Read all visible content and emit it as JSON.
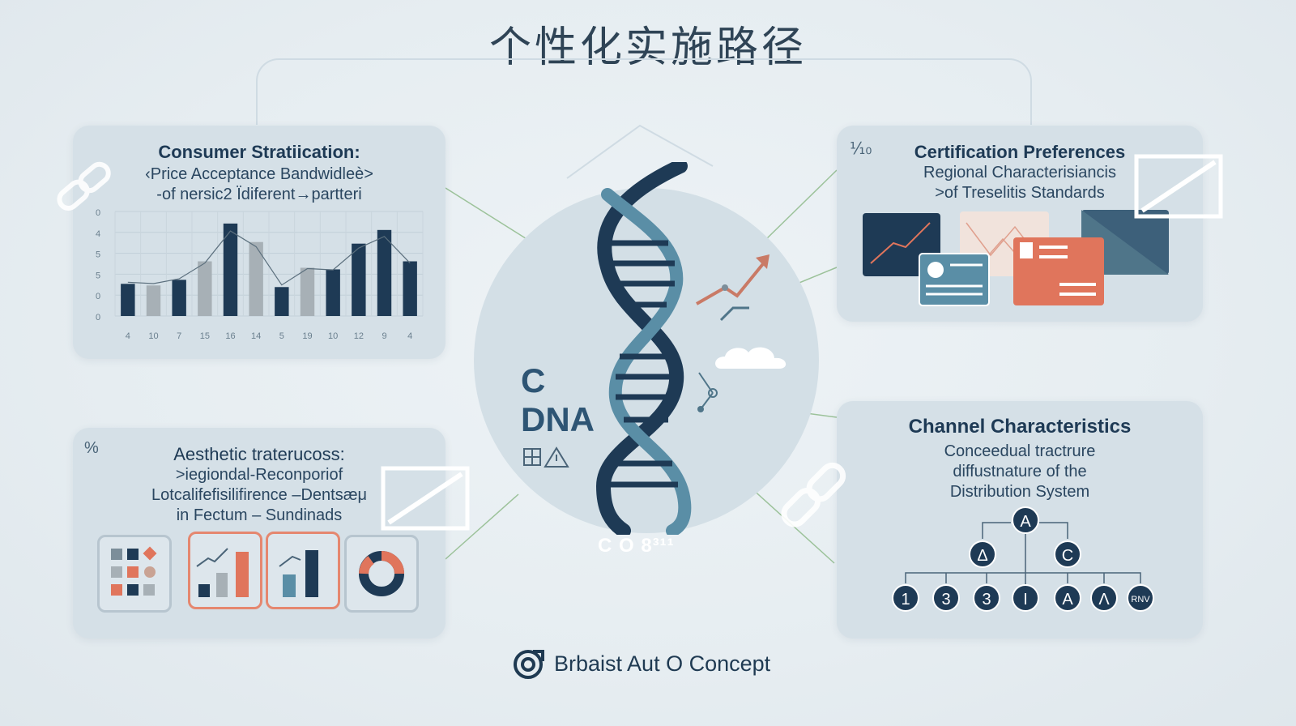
{
  "title": "个性化实施路径",
  "hub": {
    "line1": "C",
    "line2": "DNA",
    "caption": "C O 8³¹¹"
  },
  "panels": {
    "consumer": {
      "title": "Consumer Stratiication:",
      "sub1": "‹Price Acceptance Bandwidleè>",
      "sub2": "-of nersic2 Ïdiferent→partteri"
    },
    "certification": {
      "corner": "⅒",
      "title": "Certification Preferences",
      "sub1": "Regional Characterisiancis",
      "sub2": ">of Treselitis Standards"
    },
    "aesthetic": {
      "corner": "%",
      "title": "Aesthetic traterucoss:",
      "sub1": ">iegiondal-Reconporiof",
      "sub2": "Lotcalifefisilifirence –Dentsæμ",
      "sub3": "in Fectum – Sundinads"
    },
    "channel": {
      "title": "Channel Characteristics",
      "sub1": "Conceedual  tractrure",
      "sub2": "diffustnature of the",
      "sub3": "Distribution System"
    }
  },
  "tree": {
    "root": "A",
    "mid_left": "Δ",
    "mid_right": "C",
    "leaves": [
      "1",
      "3",
      "3",
      "I",
      "A",
      "Λ",
      "RNV"
    ]
  },
  "footer": {
    "text": "Brbaist Aut O Concept"
  },
  "chart_data": {
    "type": "bar",
    "title": "",
    "categories": [
      "4",
      "10",
      "7",
      "15",
      "16",
      "14",
      "5",
      "19",
      "10",
      "12",
      "9",
      "4"
    ],
    "y_ticks": [
      "0",
      "4",
      "5",
      "5",
      "0",
      "0"
    ],
    "series": [
      {
        "values": [
          40,
          38,
          45,
          68,
          115,
          92,
          36,
          60,
          58,
          90,
          107,
          68
        ]
      }
    ],
    "bar_colors": [
      "#1e3a55",
      "#a7b0b6",
      "#1e3a55",
      "#a7b0b6",
      "#1e3a55",
      "#a7b0b6",
      "#1e3a55",
      "#a7b0b6",
      "#1e3a55",
      "#1e3a55",
      "#1e3a55",
      "#1e3a55"
    ],
    "ylim": [
      0,
      130
    ],
    "grid": true
  },
  "colors": {
    "navy": "#1e3a55",
    "teal": "#5a8ea6",
    "orange": "#e0755c",
    "gray": "#a7b0b6"
  }
}
